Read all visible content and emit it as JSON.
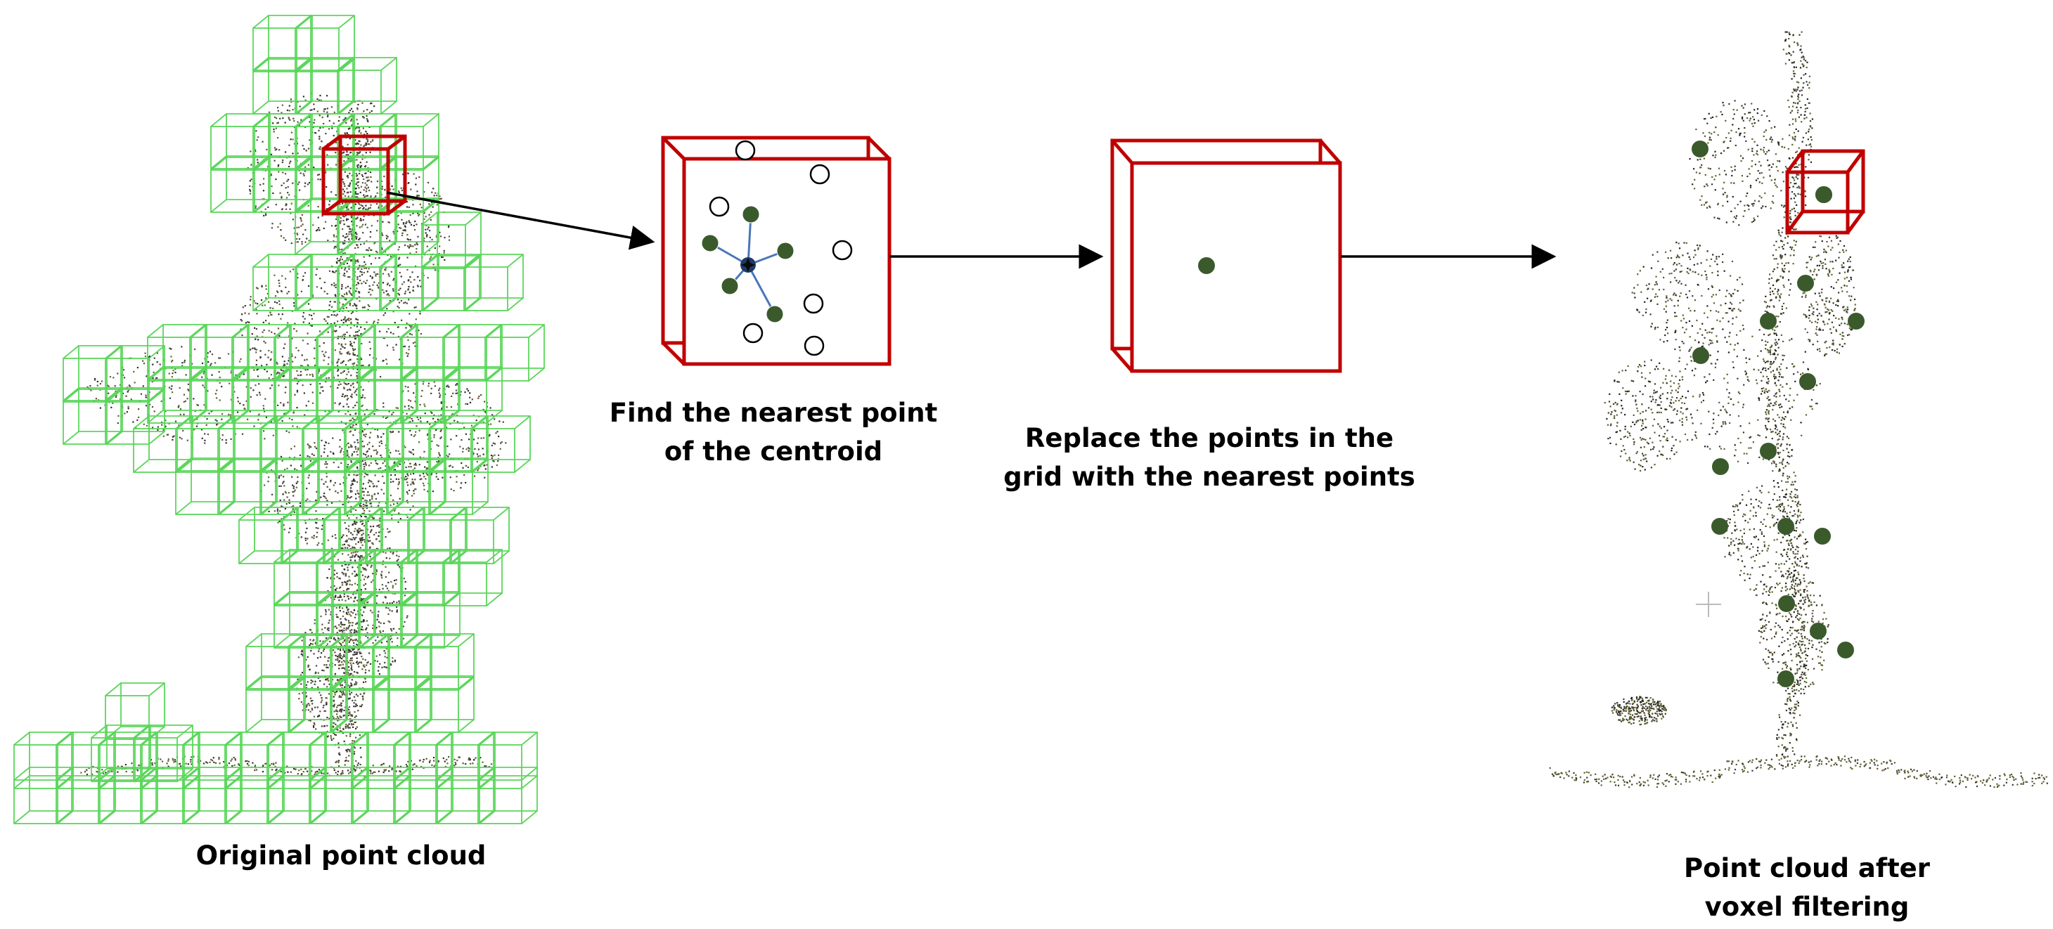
{
  "captions": {
    "original": [
      "Original point cloud"
    ],
    "nearest": [
      "Find the nearest point",
      "of the centroid"
    ],
    "replace": [
      "Replace the points in the",
      "grid with the nearest points"
    ],
    "filtered": [
      "Point cloud after",
      "voxel filtering"
    ]
  },
  "colors": {
    "voxel_grid": "#5cd65c",
    "voxel_highlight": "#c00000",
    "kept_point": "#3b5a2c",
    "centroid_star": "#1f3a66",
    "link_line": "#4a76b8",
    "arrow": "#000000",
    "cloud_dark": "#2e2e2e",
    "cloud_green": "#5a6b30"
  },
  "icons": {
    "arrow": "arrow-right-icon",
    "centroid": "star-icon",
    "crosshair": "crosshair-icon"
  }
}
